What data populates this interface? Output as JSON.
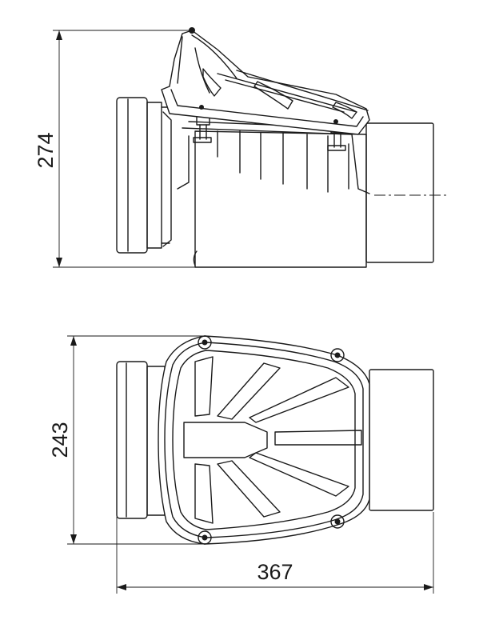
{
  "dimensions": {
    "height_side_view": "274",
    "height_top_view": "243",
    "overall_length": "367"
  }
}
